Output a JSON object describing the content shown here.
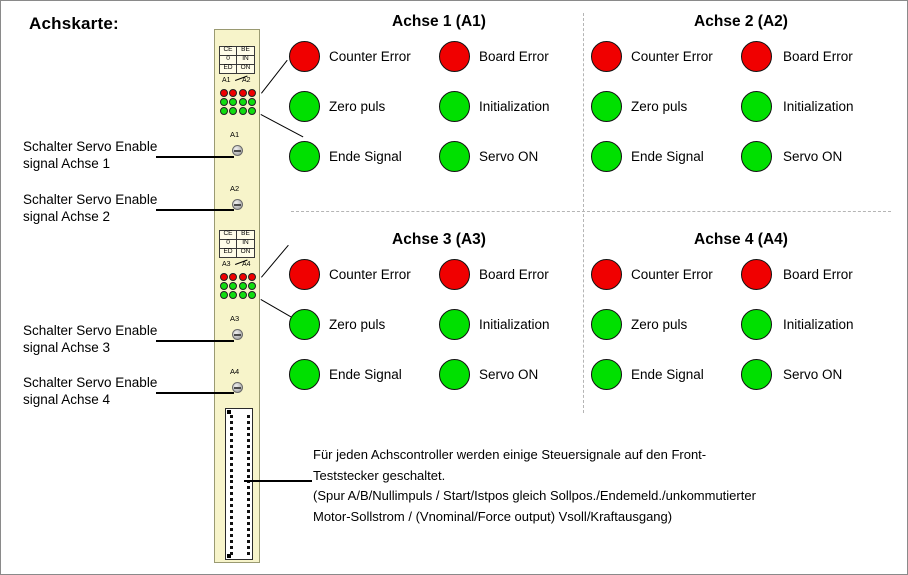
{
  "page": {
    "title": "Achskarte:"
  },
  "card": {
    "legend_blocks": [
      {
        "rows": [
          [
            "CE",
            "BE"
          ],
          [
            "0",
            "IN"
          ],
          [
            "ED",
            "ON"
          ]
        ],
        "axis_left": "A1",
        "axis_right": "A2"
      },
      {
        "rows": [
          [
            "CE",
            "BE"
          ],
          [
            "0",
            "IN"
          ],
          [
            "ED",
            "ON"
          ]
        ],
        "axis_left": "A3",
        "axis_right": "A4"
      }
    ],
    "led_matrix": {
      "columns": 4,
      "rows": [
        "red",
        "green",
        "green"
      ]
    },
    "switches": [
      {
        "name": "A1"
      },
      {
        "name": "A2"
      },
      {
        "name": "A3"
      },
      {
        "name": "A4"
      }
    ],
    "connector": {
      "name": "front-test-connector",
      "pin_rows": 24,
      "pin_columns": 2
    }
  },
  "callouts": [
    {
      "id": "sw1",
      "line1": "Schalter Servo Enable",
      "line2": "signal Achse 1"
    },
    {
      "id": "sw2",
      "line1": "Schalter Servo Enable",
      "line2": "signal Achse 2"
    },
    {
      "id": "sw3",
      "line1": "Schalter Servo Enable",
      "line2": "signal Achse 3"
    },
    {
      "id": "sw4",
      "line1": "Schalter Servo Enable",
      "line2": "signal Achse 4"
    }
  ],
  "panels": [
    {
      "id": "a1",
      "title": "Achse 1 (A1)",
      "leds": [
        {
          "label": "Counter Error",
          "color": "red",
          "hex": "#FF0000"
        },
        {
          "label": "Board Error",
          "color": "red",
          "hex": "#FF0000"
        },
        {
          "label": "Zero puls",
          "color": "green",
          "hex": "#00E000"
        },
        {
          "label": "Initialization",
          "color": "green",
          "hex": "#00E000"
        },
        {
          "label": "Ende Signal",
          "color": "green",
          "hex": "#00E000"
        },
        {
          "label": "Servo ON",
          "color": "green",
          "hex": "#00E000"
        }
      ]
    },
    {
      "id": "a2",
      "title": "Achse 2 (A2)",
      "leds": [
        {
          "label": "Counter Error",
          "color": "red",
          "hex": "#FF0000"
        },
        {
          "label": "Board Error",
          "color": "red",
          "hex": "#FF0000"
        },
        {
          "label": "Zero puls",
          "color": "green",
          "hex": "#00E000"
        },
        {
          "label": "Initialization",
          "color": "green",
          "hex": "#00E000"
        },
        {
          "label": "Ende Signal",
          "color": "green",
          "hex": "#00E000"
        },
        {
          "label": "Servo ON",
          "color": "green",
          "hex": "#00E000"
        }
      ]
    },
    {
      "id": "a3",
      "title": "Achse 3 (A3)",
      "leds": [
        {
          "label": "Counter Error",
          "color": "red",
          "hex": "#FF0000"
        },
        {
          "label": "Board Error",
          "color": "red",
          "hex": "#FF0000"
        },
        {
          "label": "Zero puls",
          "color": "green",
          "hex": "#00E000"
        },
        {
          "label": "Initialization",
          "color": "green",
          "hex": "#00E000"
        },
        {
          "label": "Ende Signal",
          "color": "green",
          "hex": "#00E000"
        },
        {
          "label": "Servo ON",
          "color": "green",
          "hex": "#00E000"
        }
      ]
    },
    {
      "id": "a4",
      "title": "Achse 4 (A4)",
      "leds": [
        {
          "label": "Counter Error",
          "color": "red",
          "hex": "#FF0000"
        },
        {
          "label": "Board Error",
          "color": "red",
          "hex": "#FF0000"
        },
        {
          "label": "Zero puls",
          "color": "green",
          "hex": "#00E000"
        },
        {
          "label": "Initialization",
          "color": "green",
          "hex": "#00E000"
        },
        {
          "label": "Ende Signal",
          "color": "green",
          "hex": "#00E000"
        },
        {
          "label": "Servo ON",
          "color": "green",
          "hex": "#00E000"
        }
      ]
    }
  ],
  "note": {
    "line1": "Für jeden Achscontroller werden einige Steuersignale auf den Front-",
    "line2": "Teststecker geschaltet.",
    "line3": "(Spur A/B/Nullimpuls / Start/Istpos gleich Sollpos./Endemeld./unkommutierter",
    "line4": "Motor-Sollstrom / (Vnominal/Force output) Vsoll/Kraftausgang)"
  },
  "colors": {
    "card_background": "#F7F4CA",
    "led_red": "#FF0000",
    "led_green": "#00E000",
    "divider": "#B5B5B5",
    "page_background": "#FFFFFF"
  }
}
